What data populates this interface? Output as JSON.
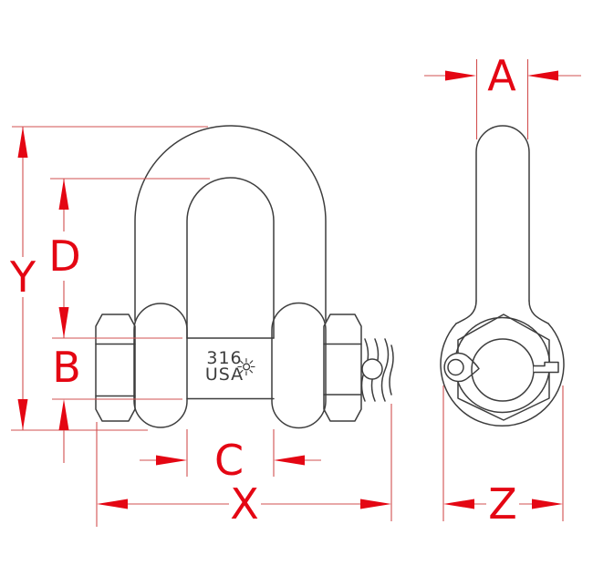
{
  "drawing": {
    "stamp": {
      "line1": "316",
      "line2": "USA",
      "mark_icon": "☼"
    },
    "dimension_labels": {
      "a": "A",
      "b": "B",
      "c": "C",
      "d": "D",
      "x": "X",
      "y": "Y",
      "z": "Z"
    },
    "colors": {
      "dimension_red": "#e40613",
      "extension_line_red": "#d25050",
      "part_outline": "#3d3d3d",
      "background": "#ffffff"
    }
  }
}
